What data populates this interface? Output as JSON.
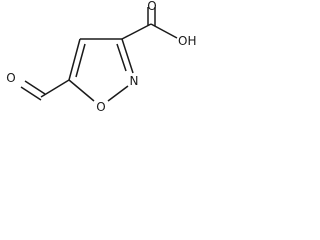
{
  "molecule": {
    "atoms": {
      "aldehyde_oxygen": "O",
      "ring_oxygen": "O",
      "ring_nitrogen": "N",
      "acid_carbonyl_oxygen": "O",
      "hydroxyl": "OH"
    }
  }
}
